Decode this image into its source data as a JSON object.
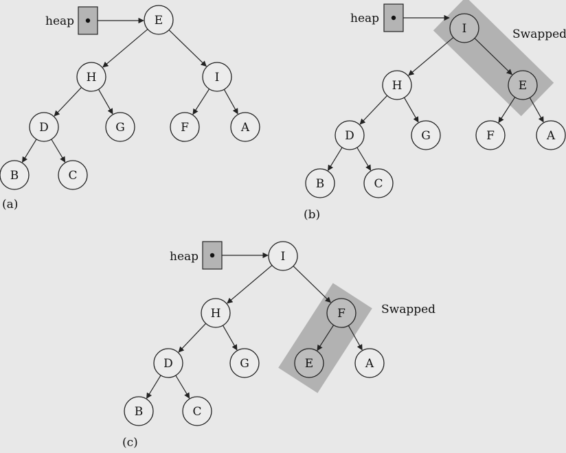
{
  "heap_label": "heap",
  "swapped_label": "Swapped",
  "panels": [
    {
      "id": "a",
      "caption": "(a)",
      "nodes": [
        "E",
        "H",
        "I",
        "D",
        "G",
        "F",
        "A",
        "B",
        "C"
      ],
      "highlighted": [],
      "edges": [
        [
          "E",
          "H"
        ],
        [
          "E",
          "I"
        ],
        [
          "H",
          "D"
        ],
        [
          "H",
          "G"
        ],
        [
          "I",
          "F"
        ],
        [
          "I",
          "A"
        ],
        [
          "D",
          "B"
        ],
        [
          "D",
          "C"
        ]
      ]
    },
    {
      "id": "b",
      "caption": "(b)",
      "nodes": [
        "I",
        "H",
        "E",
        "D",
        "G",
        "F",
        "A",
        "B",
        "C"
      ],
      "highlighted": [
        "I",
        "E"
      ],
      "edges": [
        [
          "I",
          "H"
        ],
        [
          "I",
          "E"
        ],
        [
          "H",
          "D"
        ],
        [
          "H",
          "G"
        ],
        [
          "E",
          "F"
        ],
        [
          "E",
          "A"
        ],
        [
          "D",
          "B"
        ],
        [
          "D",
          "C"
        ]
      ]
    },
    {
      "id": "c",
      "caption": "(c)",
      "nodes": [
        "I",
        "H",
        "F",
        "D",
        "G",
        "E",
        "A",
        "B",
        "C"
      ],
      "highlighted": [
        "F",
        "E"
      ],
      "edges": [
        [
          "I",
          "H"
        ],
        [
          "I",
          "F"
        ],
        [
          "H",
          "D"
        ],
        [
          "H",
          "G"
        ],
        [
          "F",
          "E"
        ],
        [
          "F",
          "A"
        ],
        [
          "D",
          "B"
        ],
        [
          "D",
          "C"
        ]
      ]
    }
  ]
}
